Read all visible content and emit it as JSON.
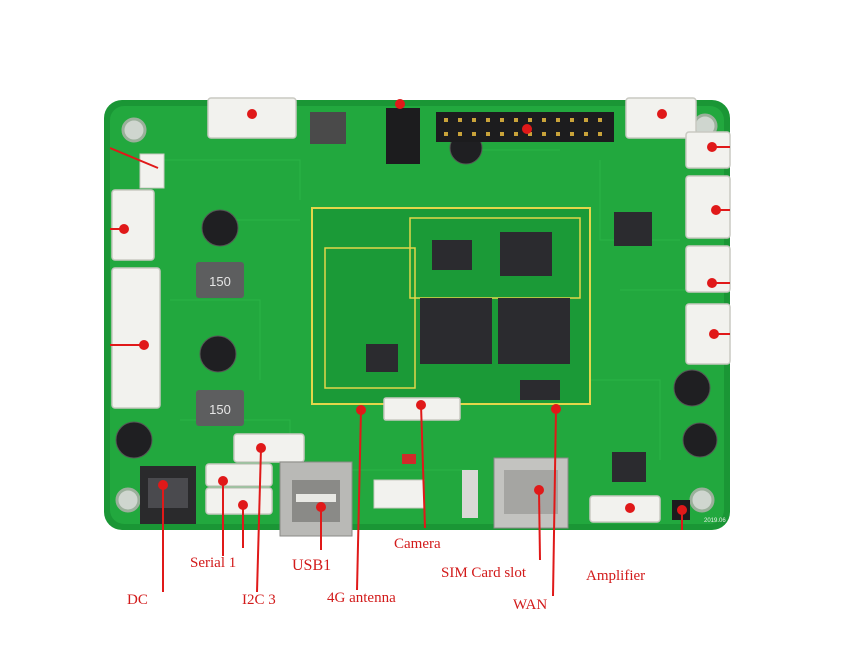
{
  "labels": {
    "dc": "DC",
    "serial1": "Serial 1",
    "i2c3": "I2C 3",
    "usb1": "USB1",
    "antenna4g": "4G antenna",
    "camera": "Camera",
    "sim": "SIM Card slot",
    "wan": "WAN",
    "amplifier": "Amplifier"
  },
  "board_print": {
    "r150_top": "150",
    "r150_bottom": "150",
    "date": "2019.06"
  },
  "colors": {
    "pcb": "#1fa33a",
    "pcb_dark": "#127a27",
    "marker": "#e01919",
    "label": "#d21a1a"
  }
}
